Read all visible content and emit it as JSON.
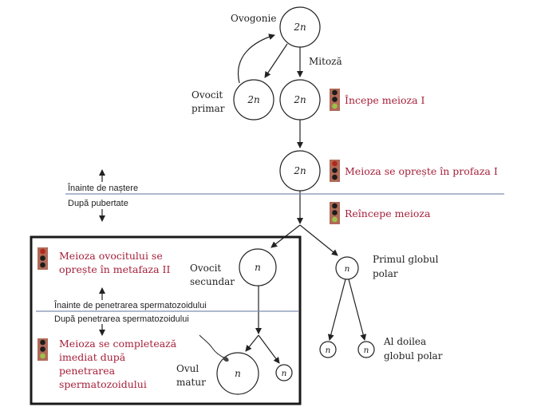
{
  "cells": {
    "ovogonie": "2n",
    "ovocit_primar_left": "2n",
    "ovocit_primar_right": "2n",
    "arrested": "2n",
    "ovocit_secundar": "n",
    "primul_globul": "n",
    "ovul": "n",
    "small_polar": "n",
    "second_polar_a": "n",
    "second_polar_b": "n"
  },
  "labels": {
    "ovogonie": "Ovogonie",
    "mitoza": "Mitoză",
    "ovocit_primar": [
      "Ovocit",
      "primar"
    ],
    "ovocit_secundar": [
      "Ovocit",
      "secundar"
    ],
    "primul_globul": [
      "Primul globul",
      "polar"
    ],
    "al_doilea": [
      "Al doilea",
      "globul polar"
    ],
    "ovul": [
      "Ovul",
      "matur"
    ]
  },
  "events": {
    "incepe": "Începe meioza I",
    "opreste_profaza": "Meioza se oprește în profaza I",
    "reincepe": "Reîncepe meioza",
    "opreste_metafaza": [
      "Meioza ovocitului se",
      "oprește în metafaza II"
    ],
    "completeaza": [
      "Meioza se completează",
      "imediat după",
      "penetrarea",
      "spermatozoidului"
    ]
  },
  "dividers": {
    "inainte_nastere": "Înainte de naștere",
    "dupa_pubertate": "După pubertate",
    "inainte_penetrare": "Înainte de penetrarea spermatozoidului",
    "dupa_penetrare": "După penetrarea spermatozoidului"
  },
  "colors": {
    "event_text": "#a6203a",
    "divider_line": "#7f8fb0",
    "light_box": "#b06a58",
    "light_off": "#1c1c1c",
    "light_green": "#9bc24a",
    "light_red": "#b3291b"
  }
}
